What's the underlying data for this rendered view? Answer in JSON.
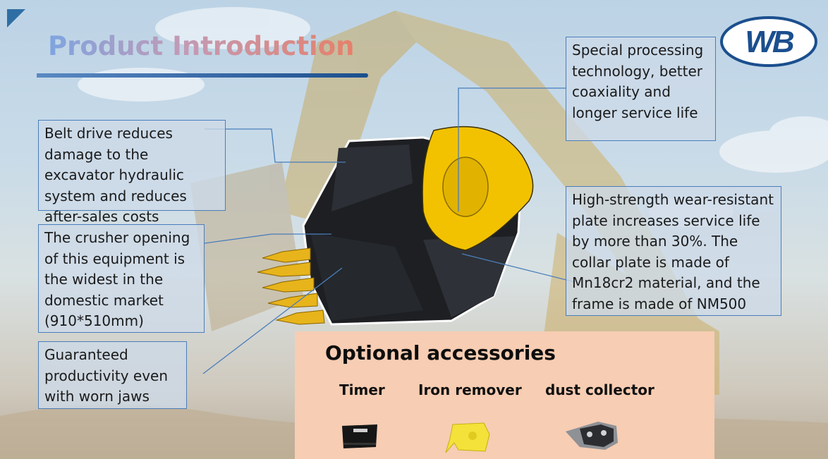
{
  "slide": {
    "title": "Product Introduction",
    "logo_text": "WB"
  },
  "callouts": {
    "belt_drive": "Belt drive reduces damage to the excavator hydraulic system and reduces after-sales costs",
    "crusher_opening": "The crusher opening of this equipment is the widest in the domestic market (910*510mm)",
    "worn_jaws": "Guaranteed productivity even with worn jaws",
    "special_processing": "Special processing technology, better coaxiality and longer service life",
    "wear_plate": "High-strength wear-resistant plate increases service life by more than 30%. The collar plate is made of Mn18cr2 material, and the frame is made of NM500"
  },
  "accessories": {
    "heading": "Optional accessories",
    "items": [
      {
        "label": "Timer",
        "icon": "timer-icon"
      },
      {
        "label": "Iron remover",
        "icon": "iron-remover-icon"
      },
      {
        "label": "dust collector",
        "icon": "dust-collector-icon"
      }
    ]
  },
  "colors": {
    "accent_blue": "#1b4f8e",
    "callout_border": "#4a7ebb",
    "accessory_panel": "#f7cdb3",
    "bucket_yellow": "#f2c200"
  }
}
